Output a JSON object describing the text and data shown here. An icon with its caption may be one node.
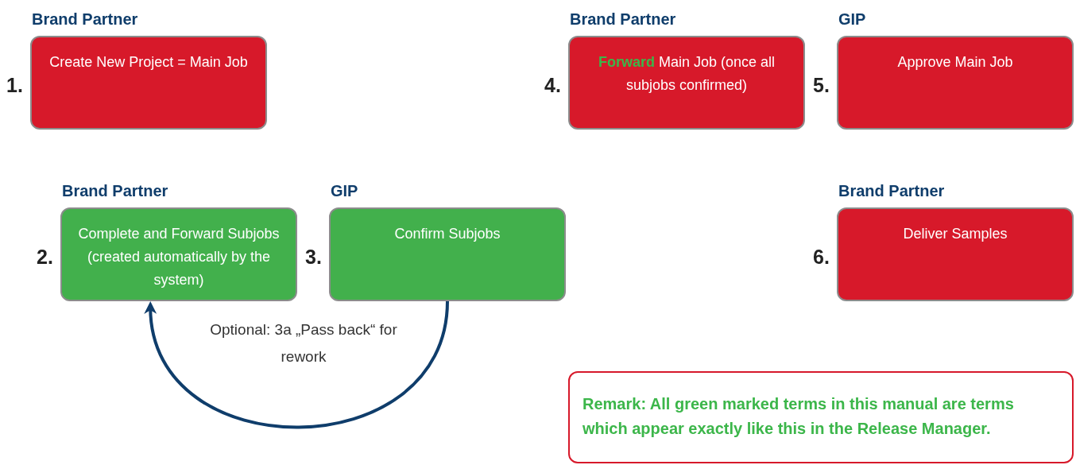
{
  "diagram": {
    "nodes": [
      {
        "text": [
          "Brand Partner",
          "Create New Project = Main Job"
        ],
        "beside": [
          "1."
        ]
      },
      {
        "text": [
          "Brand Partner",
          "Complete and Forward Subjobs (created automatically by the system)"
        ],
        "beside": [
          "2."
        ]
      },
      {
        "text": [
          "GIP",
          "Confirm Subjobs"
        ],
        "beside": [
          "3."
        ]
      },
      {
        "text": [
          "Brand Partner",
          "**Forward** Main Job (once all subjobs confirmed)"
        ],
        "beside": [
          "4."
        ]
      },
      {
        "text": [
          "GIP",
          "Approve Main Job"
        ],
        "beside": [
          "5."
        ]
      },
      {
        "text": [
          "Brand Partner",
          "Deliver Samples"
        ],
        "beside": [
          "6."
        ]
      },
      {
        "text": [
          "Remark: All green marked terms in this manual are terms which appear exactly like this in the Release Manager."
        ]
      }
    ],
    "edges": [
      {
        "from": 2,
        "to": 1,
        "arrow": "to",
        "label": "Optional: 3a „Pass back“ for rework"
      }
    ]
  }
}
